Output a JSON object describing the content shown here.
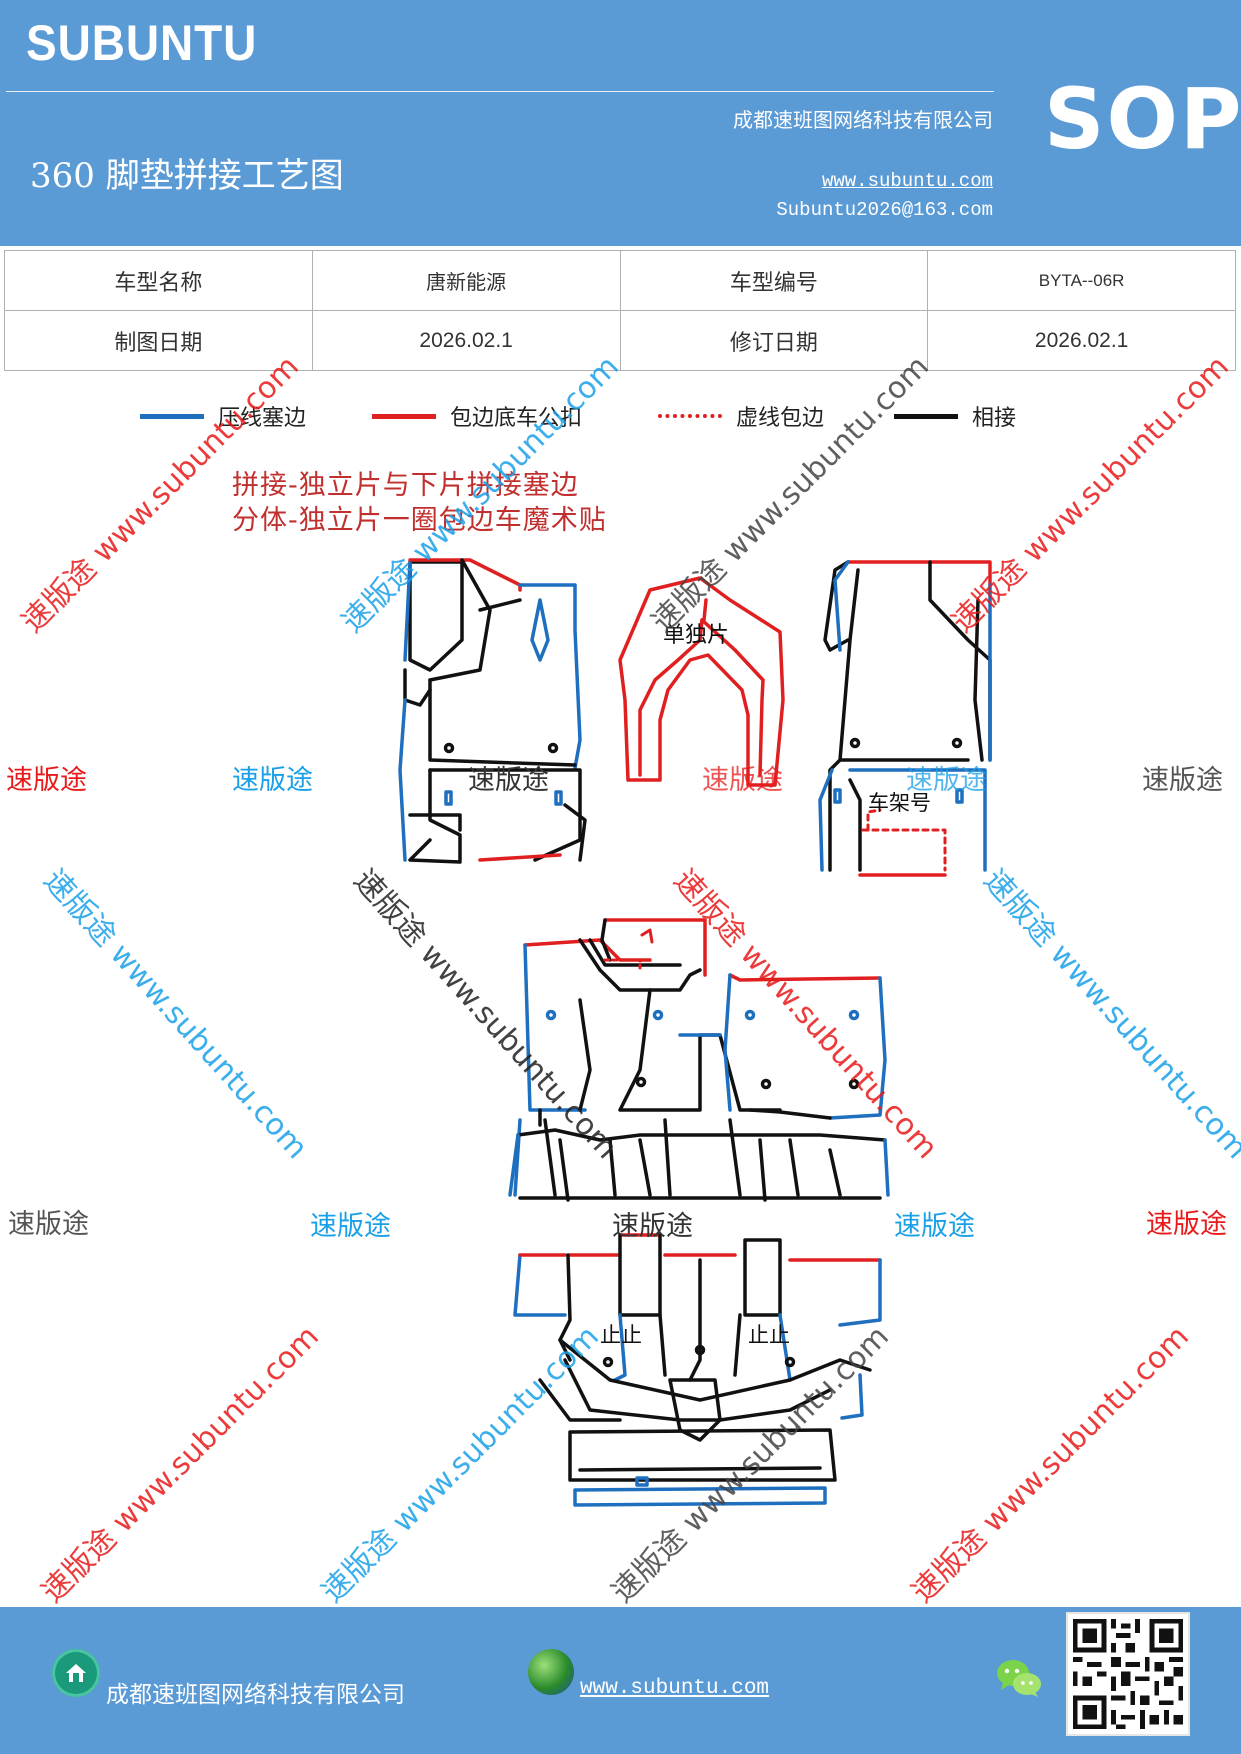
{
  "header": {
    "brand": "SUBUNTU",
    "company": "成都速班图网络科技有限公司",
    "title": "360 脚垫拼接工艺图",
    "website": "www.subuntu.com",
    "email": "Subuntu2026@163.com",
    "sop_badge": "SOP"
  },
  "info_table": {
    "rows": [
      {
        "label1": "车型名称",
        "value1": "唐新能源",
        "label2": "车型编号",
        "value2": "BYTA--06R"
      },
      {
        "label1": "制图日期",
        "value1": "2026.02.1",
        "label2": "修订日期",
        "value2": "2026.02.1"
      }
    ]
  },
  "legend": [
    {
      "label": "压线塞边",
      "color": "#1f6fbf",
      "style": "solid"
    },
    {
      "label": "包边底车公扣",
      "color": "#e02020",
      "style": "solid"
    },
    {
      "label": "虚线包边",
      "color": "#e02020",
      "style": "dotted"
    },
    {
      "label": "相接",
      "color": "#111111",
      "style": "solid"
    }
  ],
  "notes": {
    "line1": "拼接-独立片与下片拼接塞边",
    "line2": "分体-独立片一圈包边车魔术贴"
  },
  "diagram_labels": {
    "single_piece": "单独片",
    "frame_number": "车架号",
    "stop1": "止止",
    "stop2": "止止"
  },
  "watermarks": {
    "short": "速版途",
    "long": "速版途 www.subuntu.com"
  },
  "colors": {
    "brand_blue": "#5b9bd5",
    "seam_blue": "#1f6fbf",
    "edge_red": "#e02020",
    "join_black": "#111111",
    "note_red": "#c0302f"
  },
  "footer": {
    "company": "成都速班图网络科技有限公司",
    "website": "www.subuntu.com",
    "icons": [
      "home-icon",
      "globe-icon",
      "wechat-icon",
      "qr-code"
    ]
  }
}
